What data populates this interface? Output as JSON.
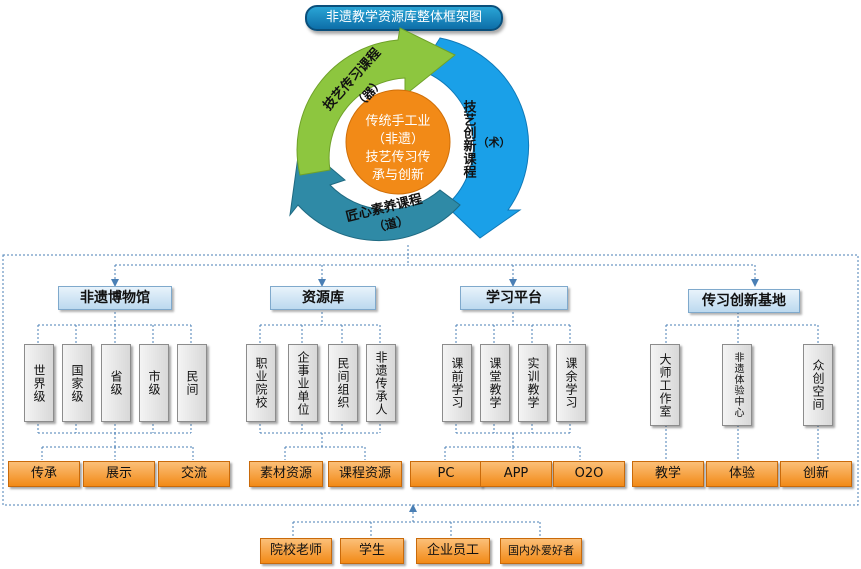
{
  "title": "非遗教学资源库整体框架图",
  "cycle": {
    "center": [
      "传统手工业",
      "（非遗）",
      "技艺传习传",
      "承与创新"
    ],
    "green": {
      "label": "技艺传习课程",
      "sub": "（器）"
    },
    "blue": {
      "label": "技艺创新课程",
      "sub": "（术）"
    },
    "teal": {
      "label": "匠心素养课程",
      "sub": "（道）"
    }
  },
  "sections": [
    {
      "header": "非遗博物馆",
      "items": [
        "世界级",
        "国家级",
        "省级",
        "市级",
        "民间"
      ],
      "outputs": [
        "传承",
        "展示",
        "交流"
      ]
    },
    {
      "header": "资源库",
      "items": [
        "职业院校",
        "企事业单位",
        "民间组织",
        "非遗传承人"
      ],
      "outputs": [
        "素材资源",
        "课程资源"
      ]
    },
    {
      "header": "学习平台",
      "items": [
        "课前学习",
        "课堂教学",
        "实训教学",
        "课余学习"
      ],
      "outputs": [
        "PC",
        "APP",
        "O2O"
      ]
    },
    {
      "header": "传习创新基地",
      "items": [
        "大师工作室",
        "非遗体验中心",
        "众创空间"
      ],
      "outputs": [
        "教学",
        "体验",
        "创新"
      ]
    }
  ],
  "users": [
    "院校老师",
    "学生",
    "企业员工",
    "国内外爱好者"
  ],
  "colors": {
    "green": "#8dc63f",
    "blue": "#1aa0e8",
    "teal": "#2f8aa6",
    "orange": "#f28a17",
    "dotted": "#4a7fb5"
  }
}
